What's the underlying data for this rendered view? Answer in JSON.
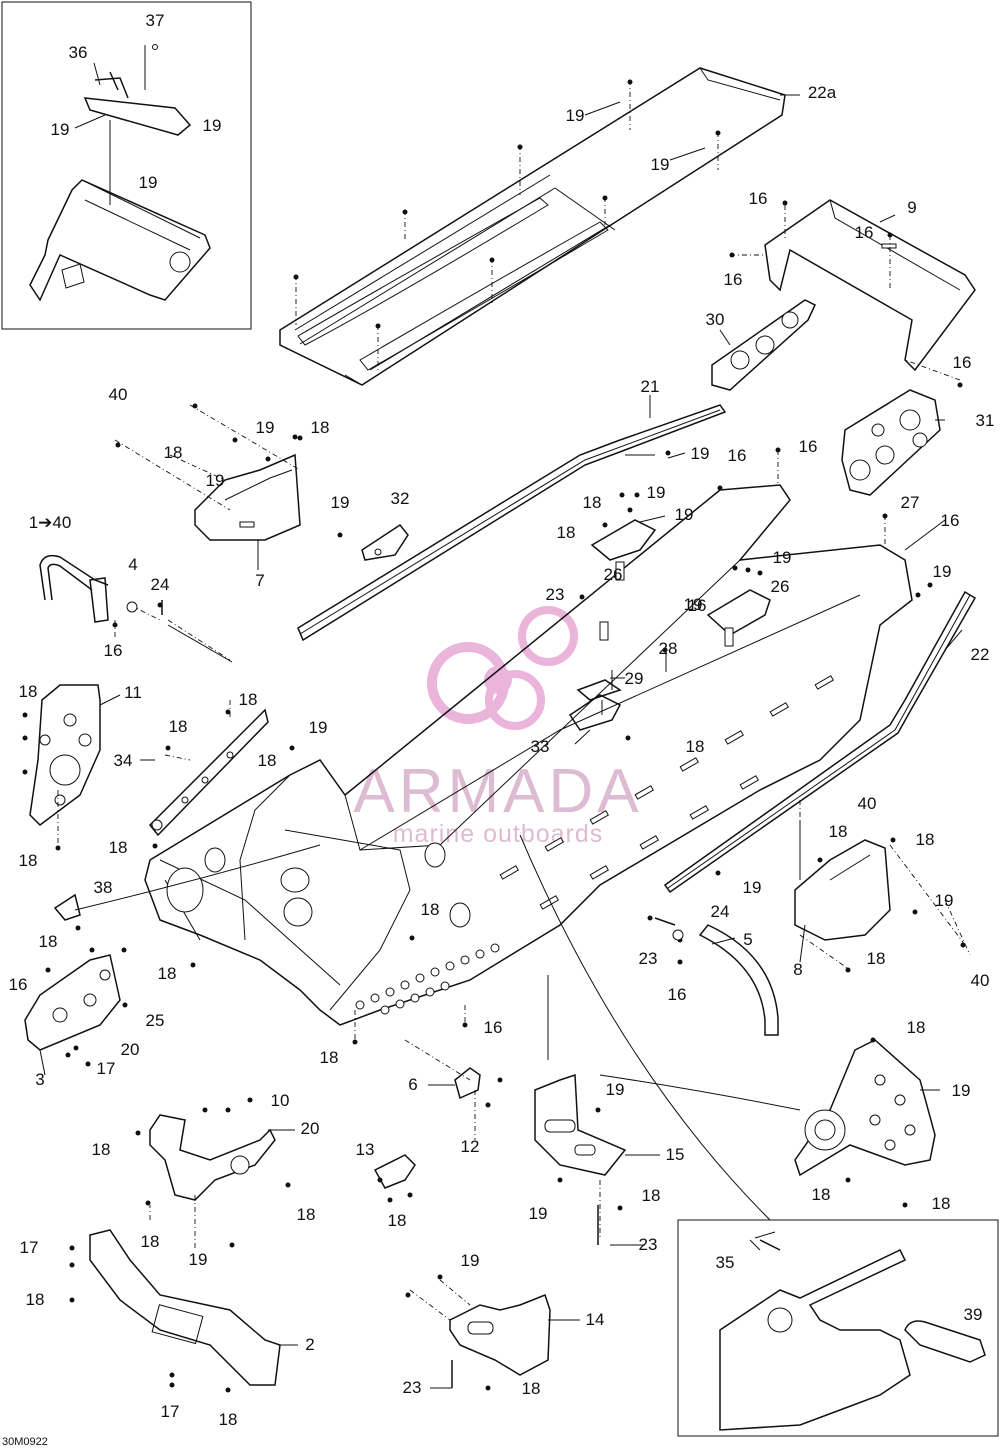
{
  "figure_code": "30M0922",
  "watermark": {
    "brand": "ARMADA",
    "tagline": "marine outboards",
    "color": "#e8a8d4"
  },
  "part_labels": [
    "37",
    "36",
    "19",
    "19",
    "19",
    "22a",
    "19",
    "19",
    "16",
    "9",
    "16",
    "16",
    "30",
    "16",
    "40",
    "19",
    "18",
    "21",
    "19",
    "16",
    "16",
    "18",
    "19",
    "31",
    "18",
    "19",
    "19",
    "32",
    "18",
    "19",
    "27",
    "19",
    "16",
    "1➔40",
    "4",
    "24",
    "23",
    "19",
    "26",
    "26",
    "16",
    "7",
    "16",
    "28",
    "19",
    "29",
    "22",
    "18",
    "11",
    "18",
    "18",
    "19",
    "18",
    "33",
    "18",
    "34",
    "18",
    "18",
    "19",
    "40",
    "18",
    "18",
    "38",
    "18",
    "18",
    "18",
    "19",
    "18",
    "16",
    "25",
    "24",
    "5",
    "8",
    "20",
    "23",
    "16",
    "19",
    "3",
    "17",
    "16",
    "18",
    "40",
    "18",
    "6",
    "19",
    "12",
    "20",
    "10",
    "18",
    "13",
    "18",
    "15",
    "18",
    "18",
    "19",
    "19",
    "18",
    "18",
    "18",
    "23",
    "17",
    "35",
    "39",
    "19",
    "18",
    "14",
    "2",
    "23",
    "18",
    "17",
    "18"
  ]
}
